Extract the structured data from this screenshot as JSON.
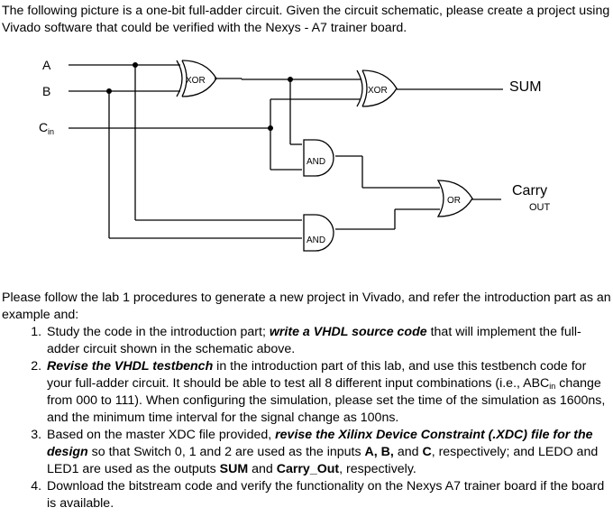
{
  "intro": "The following picture is a one-bit full-adder circuit. Given the circuit schematic, please create a project using Vivado software that could be verified with the Nexys - A7 trainer board.",
  "schematic": {
    "input_a": "A",
    "input_b": "B",
    "input_cin": "C",
    "input_cin_sub": "in",
    "gate_xor1": "XOR",
    "gate_xor2": "XOR",
    "gate_and1": "AND",
    "gate_and2": "AND",
    "gate_or": "OR",
    "output_sum": "SUM",
    "output_carry": "Carry",
    "output_carry_sub": "OUT"
  },
  "lead": "Please follow the lab 1 procedures to generate a new project in Vivado, and refer the introduction part as an example and:",
  "steps": [
    {
      "a": "Study the code in the introduction part; ",
      "b": "write a VHDL source code",
      "c": " that will implement the full-adder circuit shown in the schematic above."
    },
    {
      "a": "Revise the VHDL testbench",
      "b": " in the introduction part of this lab, and use this testbench code for your full-adder circuit. It should be able to test all 8 different input combinations (i.e., ABC",
      "b_sub": "in",
      "c": " change from 000 to 111). When configuring the simulation, please set the time of the simulation as 1600ns, and the minimum time interval for the signal change as 100ns."
    },
    {
      "a": "Based on the master XDC file provided, ",
      "b": "revise the Xilinx Device Constraint (.XDC) file for the design",
      "c": " so that Switch 0, 1 and 2 are used as the inputs ",
      "d": "A, B,",
      "e": " and ",
      "f": "C",
      "g": ", respectively; and LEDO and LED1 are used as the outputs ",
      "h": "SUM",
      "i": " and ",
      "j": "Carry_Out",
      "k": ", respectively."
    },
    {
      "a": "Download the bitstream code and verify the functionality on the Nexys A7 trainer board if the board is available."
    }
  ]
}
